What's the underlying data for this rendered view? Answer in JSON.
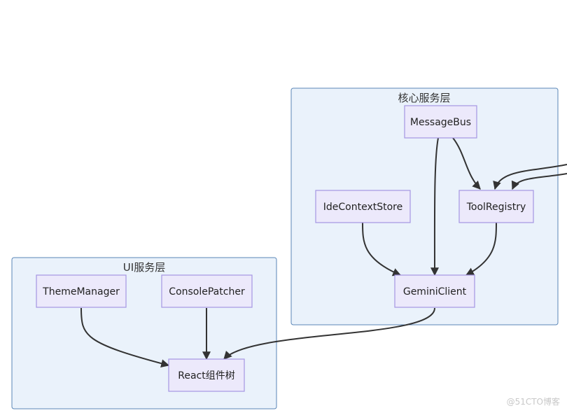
{
  "groups": {
    "core": {
      "title": "核心服务层"
    },
    "ui": {
      "title": "UI服务层"
    }
  },
  "nodes": {
    "message_bus": "MessageBus",
    "ide_context_store": "IdeContextStore",
    "tool_registry": "ToolRegistry",
    "gemini_client": "GeminiClient",
    "theme_manager": "ThemeManager",
    "console_patcher": "ConsolePatcher",
    "react_tree": "React组件树"
  },
  "edges": [
    {
      "from": "MessageBus",
      "to": "GeminiClient"
    },
    {
      "from": "MessageBus",
      "to": "ToolRegistry"
    },
    {
      "from": "IdeContextStore",
      "to": "GeminiClient"
    },
    {
      "from": "ToolRegistry",
      "to": "GeminiClient"
    },
    {
      "from": "GeminiClient",
      "to": "React组件树"
    },
    {
      "from": "ThemeManager",
      "to": "React组件树"
    },
    {
      "from": "ConsolePatcher",
      "to": "React组件树"
    }
  ],
  "watermark": "@51CTO博客",
  "colors": {
    "group_fill": "#eaf2fb",
    "group_border": "#5a86b7",
    "node_fill": "#ece9fb",
    "node_border": "#a596e3",
    "edge": "#333333"
  }
}
